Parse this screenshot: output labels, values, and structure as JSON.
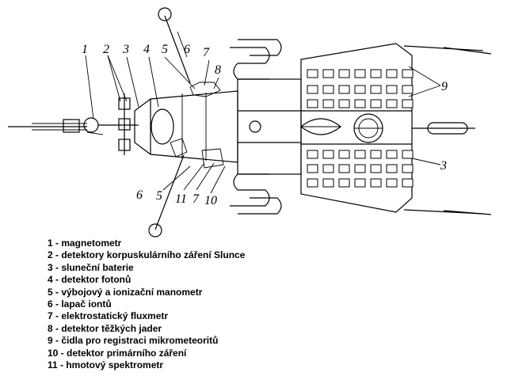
{
  "callouts": {
    "c1": "1",
    "c2": "2",
    "c3": "3",
    "c4": "4",
    "c5_top": "5",
    "c6_top": "6",
    "c7_top": "7",
    "c8": "8",
    "c9": "9",
    "c3_right": "3",
    "c6_bottom": "6",
    "c5_bottom": "5",
    "c11": "11",
    "c7_bottom": "7",
    "c10": "10"
  },
  "legend": [
    "1 - magnetometr",
    "2 - detektory korpuskulárního záření Slunce",
    "3 - sluneční baterie",
    "4 - detektor fotonů",
    "5 - výbojový a ionizační manometr",
    "6 - lapač iontů",
    "7 - elektrostatický fluxmetr",
    "8 - detektor těžkých jader",
    "9 - čidla pro registraci mikrometeoritů",
    "10 - detektor primárního záření",
    "11 - hmotový spektrometr"
  ]
}
